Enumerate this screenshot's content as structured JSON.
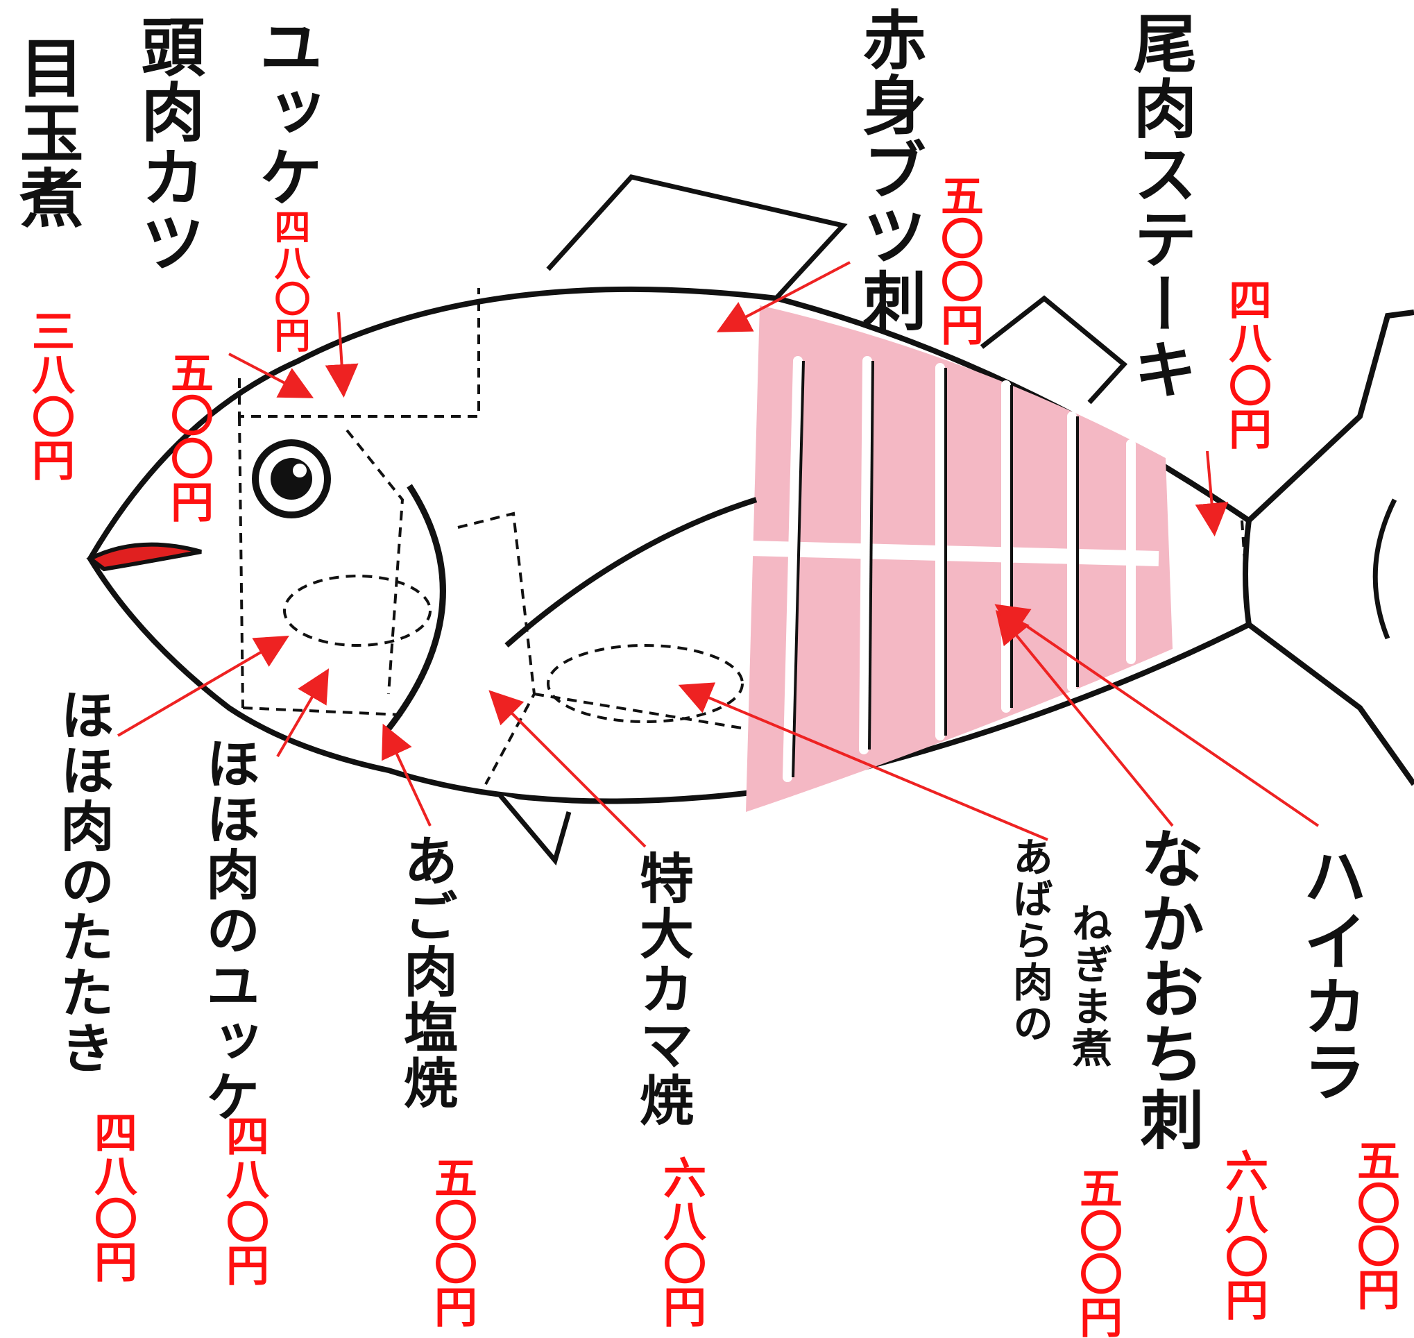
{
  "menu": [
    {
      "name": "目玉煮",
      "price": "三八〇円"
    },
    {
      "name": "頭肉カツ",
      "price": "五〇〇円"
    },
    {
      "name": "ユッケ",
      "price": "四八〇円"
    },
    {
      "name": "赤身ブツ刺",
      "price": "五〇〇円"
    },
    {
      "name": "尾肉ステーキ",
      "price": "四八〇円"
    },
    {
      "name": "ほほ肉のたたき",
      "price": "四八〇円"
    },
    {
      "name": "ほほ肉のユッケ",
      "price": "四八〇円"
    },
    {
      "name": "あご肉塩焼",
      "price": "五〇〇円"
    },
    {
      "name": "特大カマ焼",
      "price": "六八〇円"
    },
    {
      "name": "あばら肉の",
      "name2": "ねぎま煮",
      "price": "五〇〇円"
    },
    {
      "name": "なかおち刺",
      "price": "六八〇円"
    },
    {
      "name": "ハイカラ",
      "price": "五〇〇円"
    }
  ],
  "colors": {
    "price": "#ff1010",
    "arrow": "#ee2222",
    "meat": "#f4b8c4",
    "ink": "#111111"
  }
}
